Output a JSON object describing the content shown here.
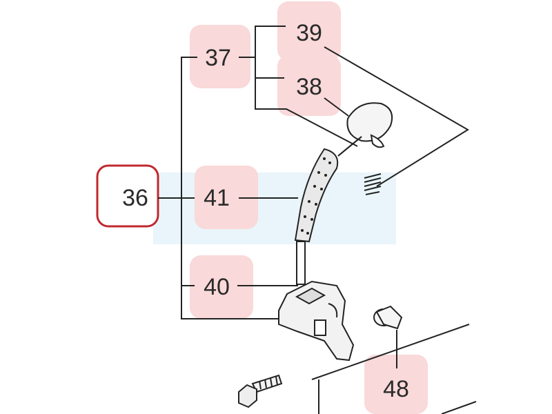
{
  "diagram": {
    "callouts": [
      {
        "id": "36",
        "label": "36",
        "highlight": "red-outline"
      },
      {
        "id": "37",
        "label": "37",
        "highlight": "pink"
      },
      {
        "id": "38",
        "label": "38",
        "highlight": "pink"
      },
      {
        "id": "39",
        "label": "39",
        "highlight": "pink"
      },
      {
        "id": "40",
        "label": "40",
        "highlight": "pink"
      },
      {
        "id": "41",
        "label": "41",
        "highlight": "pink"
      },
      {
        "id": "48",
        "label": "48",
        "highlight": "pink"
      }
    ],
    "colors": {
      "pink_fill": "#f9d9d9",
      "red_outline": "#c0282d",
      "line": "#222222",
      "watermark": "#e4f2f9"
    }
  }
}
